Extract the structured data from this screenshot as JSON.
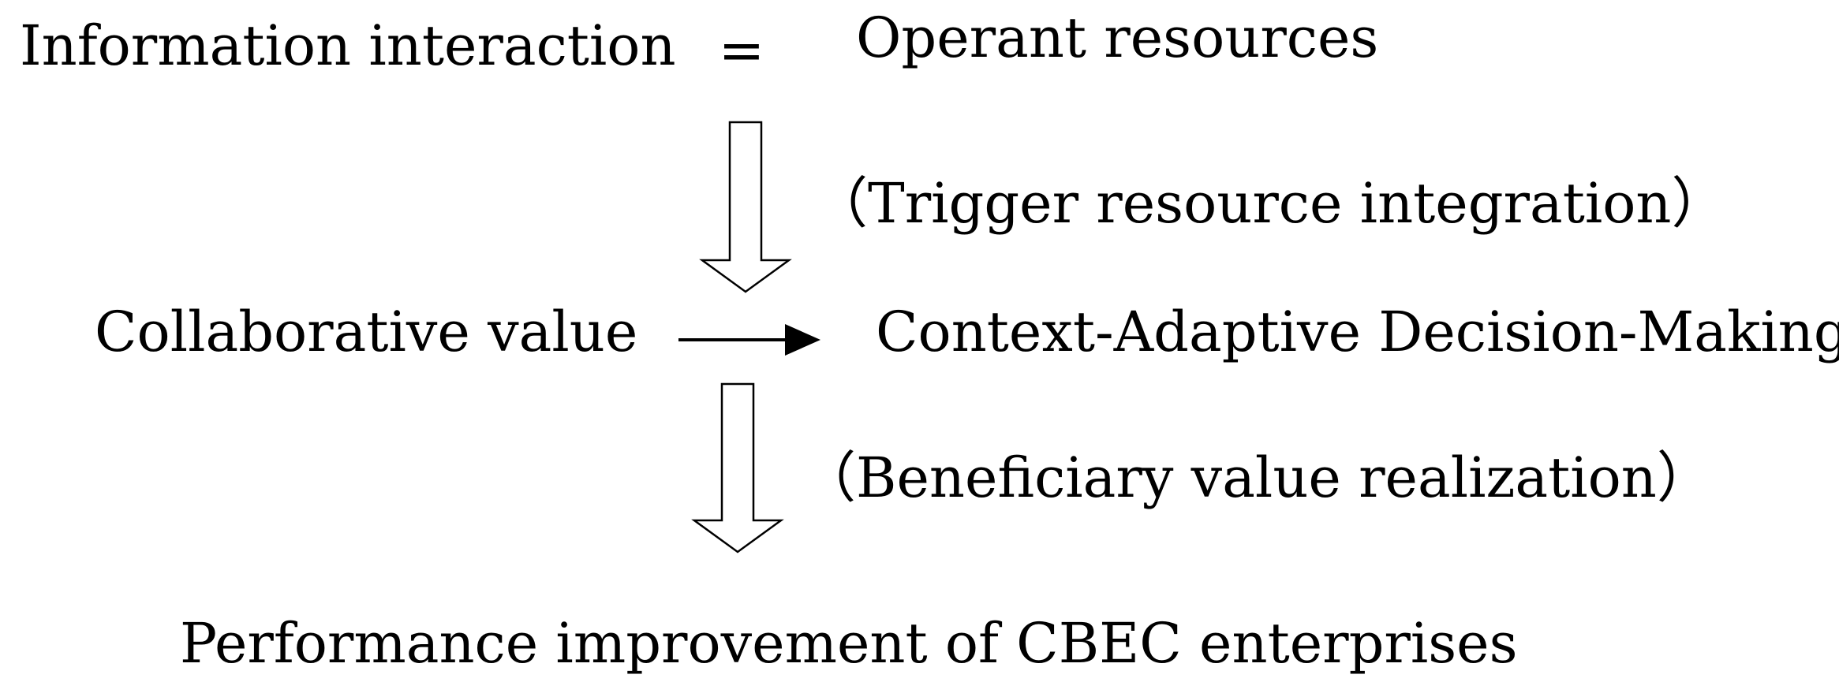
{
  "nodes": {
    "information_interaction": "Information interaction",
    "equals_sign": "=",
    "operant_resources": "Operant resources",
    "collaborative_value": "Collaborative value",
    "context_adaptive": "Context-Adaptive Decision-Making",
    "performance": "Performance improvement of CBEC enterprises"
  },
  "edges": {
    "trigger_label": "（Trigger resource integration）",
    "beneficiary_label": "（Beneficiary value realization）"
  },
  "colors": {
    "stroke": "#000000",
    "background": "#ffffff"
  }
}
